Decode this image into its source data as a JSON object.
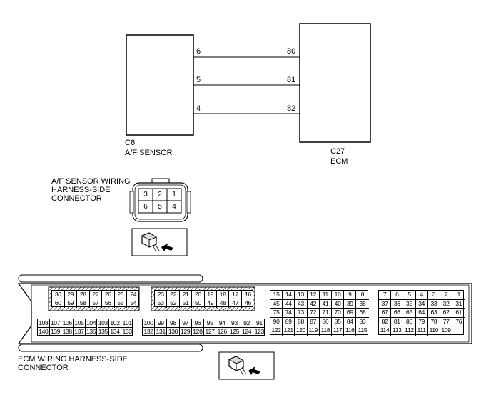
{
  "af_sensor": {
    "ref": "C6",
    "name": "A/F SENSOR",
    "pins": [
      "6",
      "5",
      "4"
    ]
  },
  "ecm": {
    "ref": "C27",
    "name": "ECM",
    "pins": [
      "80",
      "81",
      "82"
    ]
  },
  "af_connector": {
    "label_lines": [
      "A/F SENSOR WIRING",
      "HARNESS-SIDE",
      "CONNECTOR"
    ],
    "top_row": [
      "3",
      "2",
      "1"
    ],
    "bottom_row": [
      "6",
      "5",
      "4"
    ]
  },
  "ecm_connector": {
    "label_lines": [
      "ECM WIRING HARNESS-SIDE",
      "CONNECTOR"
    ],
    "blocks": [
      {
        "rows": [
          [
            "30",
            "29",
            "28",
            "27",
            "26",
            "25",
            "24"
          ],
          [
            "60",
            "59",
            "58",
            "57",
            "56",
            "55",
            "54"
          ]
        ]
      },
      {
        "rows": [
          [
            "23",
            "22",
            "21",
            "20",
            "19",
            "18",
            "17",
            "16"
          ],
          [
            "53",
            "52",
            "51",
            "50",
            "49",
            "48",
            "47",
            "46"
          ]
        ]
      },
      {
        "rows": [
          [
            "15",
            "14",
            "13",
            "12",
            "11",
            "10",
            "9",
            "8"
          ],
          [
            "45",
            "44",
            "43",
            "42",
            "41",
            "40",
            "39",
            "38"
          ],
          [
            "75",
            "74",
            "73",
            "72",
            "71",
            "70",
            "69",
            "68"
          ],
          [
            "90",
            "89",
            "88",
            "87",
            "86",
            "85",
            "84",
            "83"
          ],
          [
            "122",
            "121",
            "120",
            "119",
            "118",
            "117",
            "116",
            "115"
          ]
        ]
      },
      {
        "rows": [
          [
            "7",
            "6",
            "5",
            "4",
            "3",
            "2",
            "1"
          ],
          [
            "37",
            "36",
            "35",
            "34",
            "33",
            "32",
            "31"
          ],
          [
            "67",
            "66",
            "65",
            "64",
            "63",
            "62",
            "61"
          ],
          [
            "82",
            "81",
            "80",
            "79",
            "78",
            "77",
            "76"
          ],
          [
            "114",
            "113",
            "112",
            "111",
            "110",
            "109",
            ""
          ]
        ]
      },
      {
        "rows": [
          [
            "108",
            "107",
            "106",
            "105",
            "104",
            "103",
            "102",
            "101"
          ],
          [
            "140",
            "139",
            "138",
            "137",
            "136",
            "135",
            "134",
            "133"
          ]
        ]
      },
      {
        "rows": [
          [
            "100",
            "99",
            "98",
            "97",
            "96",
            "95",
            "94",
            "93",
            "92",
            "91"
          ],
          [
            "132",
            "131",
            "130",
            "129",
            "128",
            "127",
            "126",
            "125",
            "124",
            "123"
          ]
        ]
      }
    ]
  },
  "icons": [
    "connector-plug-icon",
    "insertion-arrow-icon"
  ]
}
